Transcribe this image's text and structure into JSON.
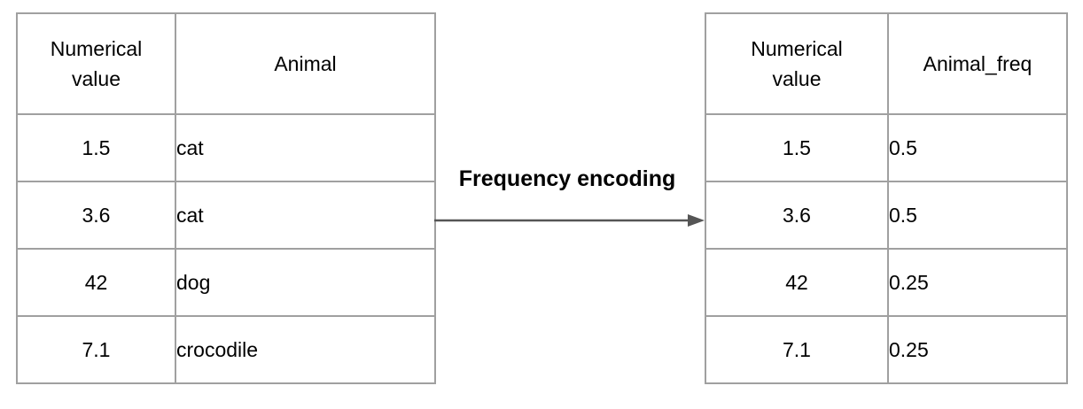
{
  "diagram": {
    "transform_label": "Frequency encoding"
  },
  "left_table": {
    "columns": [
      "Numerical value",
      "Animal"
    ],
    "rows": [
      [
        "1.5",
        "cat"
      ],
      [
        "3.6",
        "cat"
      ],
      [
        "42",
        "dog"
      ],
      [
        "7.1",
        "crocodile"
      ]
    ]
  },
  "right_table": {
    "columns": [
      "Numerical value",
      "Animal_freq"
    ],
    "rows": [
      [
        "1.5",
        "0.5"
      ],
      [
        "3.6",
        "0.5"
      ],
      [
        "42",
        "0.25"
      ],
      [
        "7.1",
        "0.25"
      ]
    ]
  },
  "colors": {
    "table_border": "#a0a0a0",
    "text": "#000000",
    "arrow": "#555555"
  }
}
